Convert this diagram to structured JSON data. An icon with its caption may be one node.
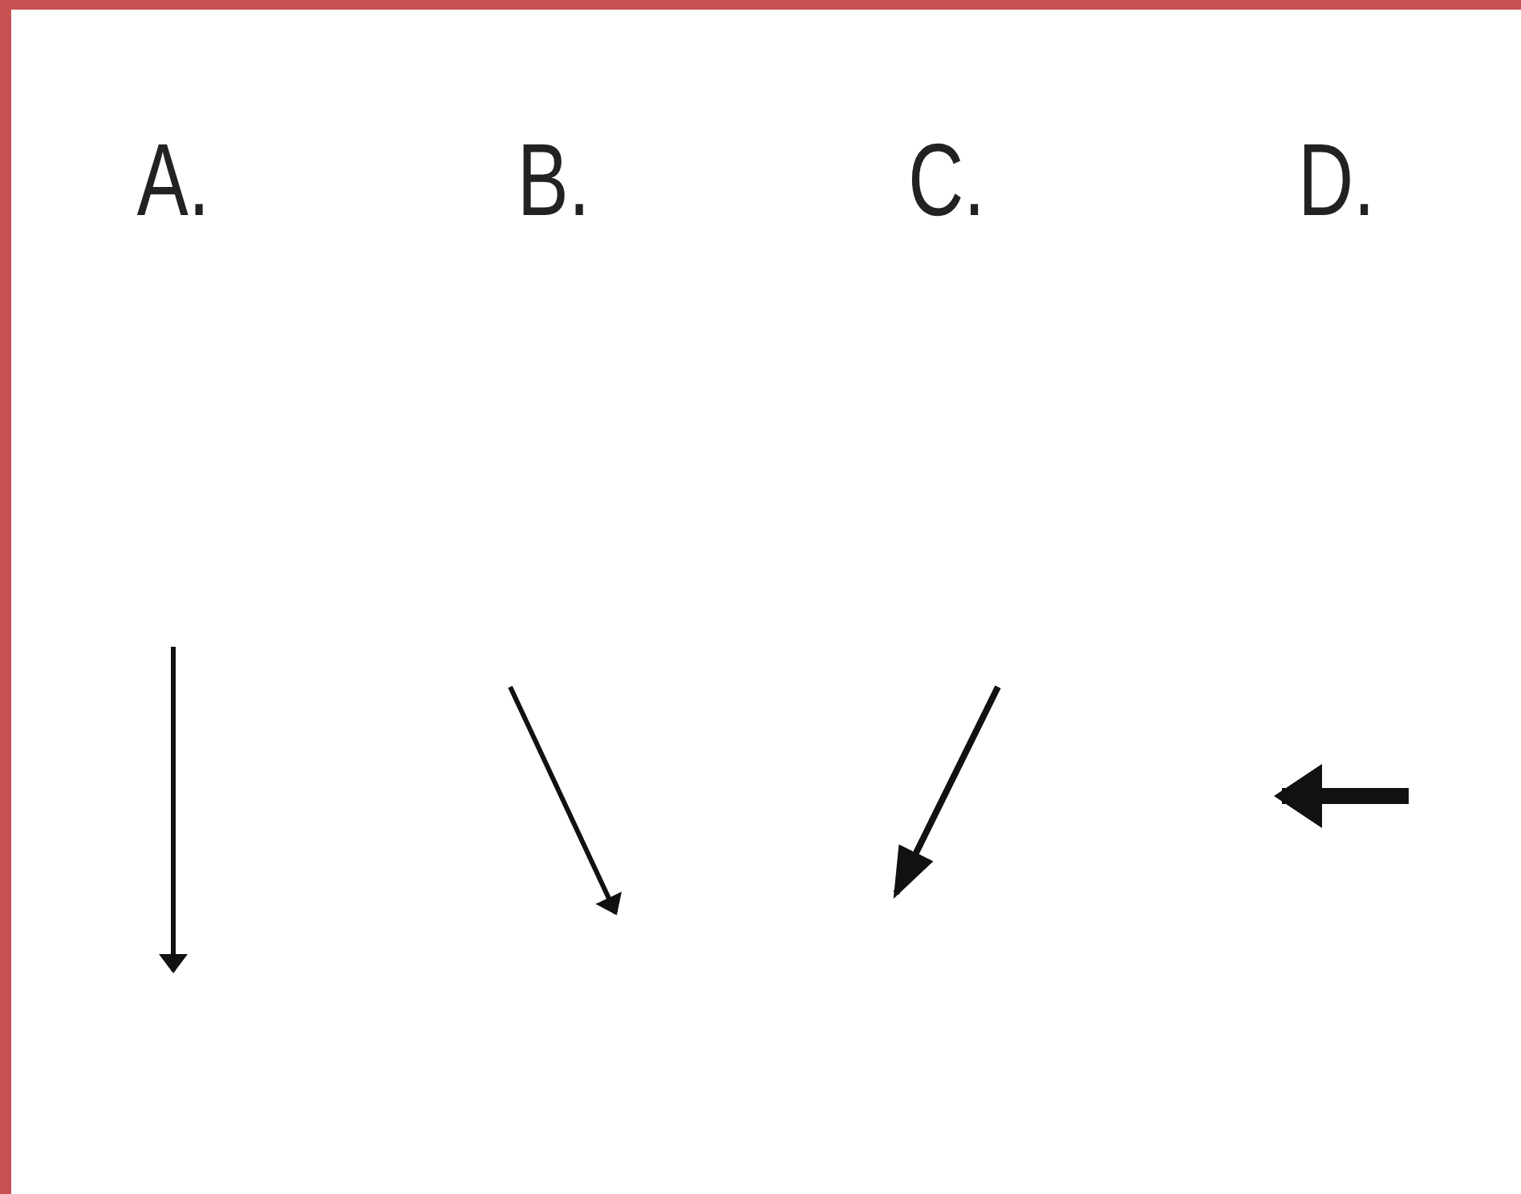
{
  "diagram": {
    "labels": [
      "A.",
      "B.",
      "C.",
      "D."
    ]
  }
}
